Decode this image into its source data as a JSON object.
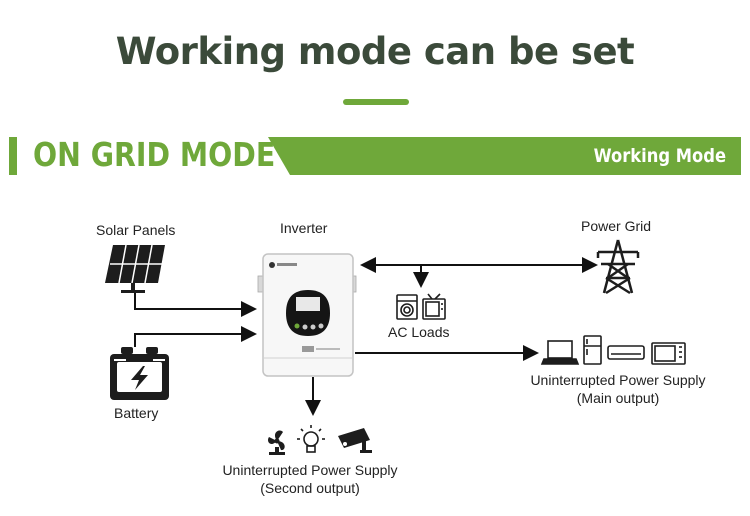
{
  "header": {
    "title": "Working mode can be set",
    "accent_color": "#6fa83a"
  },
  "banner": {
    "mode": "ON GRID MODE",
    "tag": "Working Mode"
  },
  "diagram": {
    "solar_panels": "Solar Panels",
    "inverter": "Inverter",
    "power_grid": "Power Grid",
    "ac_loads": "AC Loads",
    "battery": "Battery",
    "ups_main_line1": "Uninterrupted Power Supply",
    "ups_main_line2": "(Main output)",
    "ups_second_line1": "Uninterrupted Power Supply",
    "ups_second_line2": "(Second output)"
  }
}
